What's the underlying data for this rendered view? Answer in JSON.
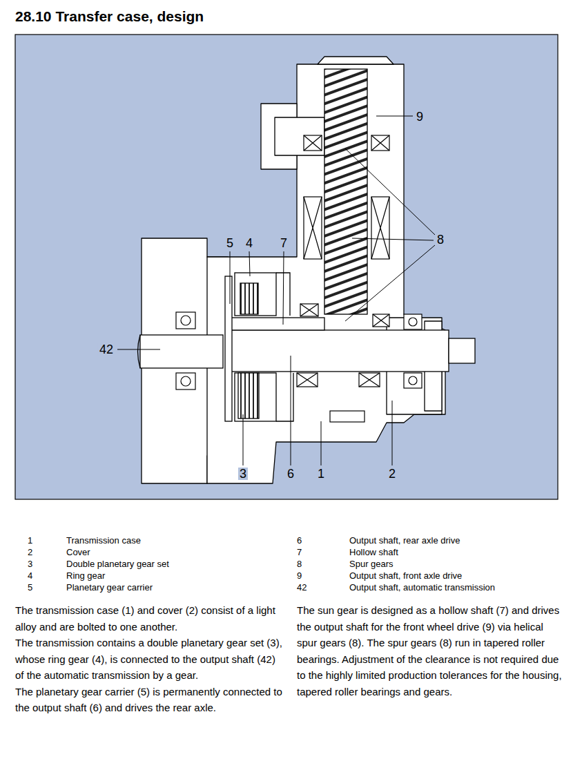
{
  "diagram": {
    "title": "28.10 Transfer case, design",
    "labels": [
      "9",
      "5",
      "4",
      "7",
      "8",
      "42",
      "3",
      "6",
      "1",
      "2",
      "1",
      "Transmission case",
      "2",
      "Cover",
      "3",
      "Double planetary gear set",
      "4",
      "Ring gear",
      "5",
      "Planetary gear carrier",
      "6",
      "Output shaft, rear axle drive",
      "7",
      "Hollow shaft",
      "8",
      "Spur gears",
      "9",
      "Output shaft, front axle drive",
      "42",
      "Output shaft, automatic transmission",
      "The transmission case (1) and cover (2) consist of a light alloy and are bolted to one another.",
      "The transmission contains a double planetary gear set (3), whose ring gear (4), is connected to the output shaft (42) of the automatic transmission by a gear.",
      "The planetary gear carrier (5) is permanently connected to the output shaft (6) and drives the rear axle.",
      "The sun gear is designed as a hollow shaft (7) and drives the output shaft for the front wheel drive (9) via helical spur gears (8). The spur gears (8) run in tapered roller bearings. Adjustment of the clearance is not required due to the highly limited production tolerances for the housing, tapered roller bearings and gears."
    ]
  }
}
